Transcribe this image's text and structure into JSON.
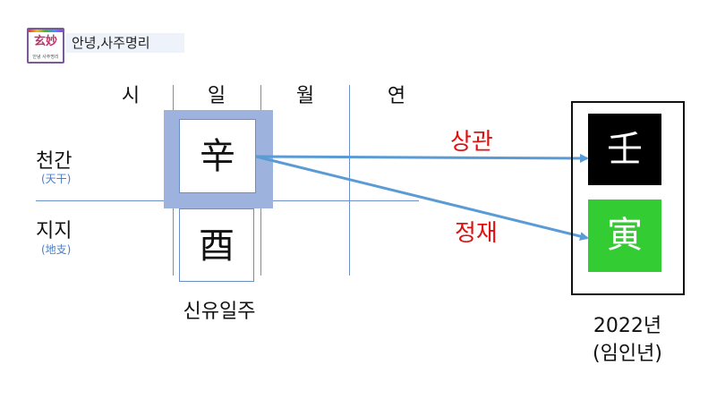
{
  "brand": {
    "logo_main": "玄妙",
    "logo_sub": "안녕 사주명리",
    "title": "안녕,사주명리"
  },
  "columns": {
    "hour": "시",
    "day": "일",
    "month": "월",
    "year": "연"
  },
  "rows": {
    "stem": {
      "label": "천간",
      "sub": "(天干)"
    },
    "branch": {
      "label": "지지",
      "sub": "(地支)"
    }
  },
  "day_pillar": {
    "stem": "辛",
    "branch": "酉",
    "caption": "신유일주"
  },
  "relations": {
    "to_stem": "상관",
    "to_branch": "정재"
  },
  "year_pillar": {
    "stem": "壬",
    "branch": "寅",
    "year": "2022년",
    "year_name": "(임인년)",
    "stem_color": "#000000",
    "branch_color": "#33cc33"
  },
  "colors": {
    "arrow": "#5b9bd5",
    "relation_text": "#e01010",
    "grid": "#6c8fc8"
  }
}
